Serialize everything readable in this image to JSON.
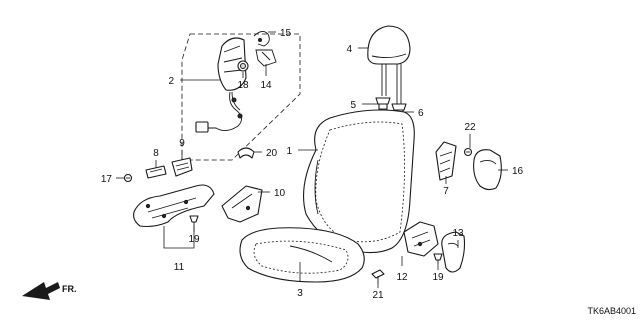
{
  "diagram_code": "TK6AB4001",
  "direction_label": "FR.",
  "callouts": {
    "c1": "1",
    "c2": "2",
    "c3": "3",
    "c4": "4",
    "c5": "5",
    "c6": "6",
    "c7": "7",
    "c8": "8",
    "c9": "9",
    "c10": "10",
    "c11": "11",
    "c12": "12",
    "c13": "13",
    "c14": "14",
    "c15": "15",
    "c16": "16",
    "c17": "17",
    "c18": "18",
    "c19a": "19",
    "c19b": "19",
    "c20": "20",
    "c21": "21",
    "c22": "22"
  }
}
